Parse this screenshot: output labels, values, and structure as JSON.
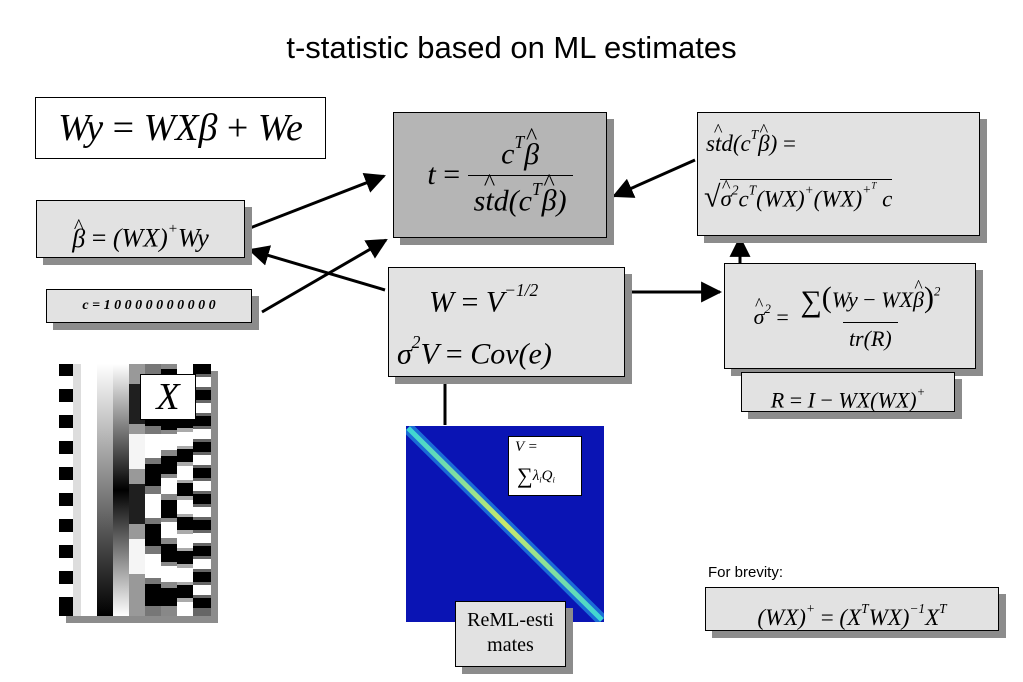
{
  "title": "t-statistic based on ML estimates",
  "labels": {
    "design_matrix": "X",
    "cov_v": "V =",
    "reml": "ReML-estimates",
    "for_brevity": "For brevity:",
    "contrast": "c = 1 0 0 0 0 0 0 0 0 0 0"
  },
  "colors": {
    "box_light": "#e2e2e2",
    "box_dark": "#b5b5b5",
    "shadow": "#8c8c8c",
    "matrix_bg": "#0a14b4",
    "diagonal": "#3ad6d6"
  },
  "equations": [
    "Wy = WXβ + We",
    "t = cᵀβ̂ / ŝtd(cᵀβ̂)",
    "ŝtd(cᵀβ̂) = √(σ̂²cᵀ(WX)⁺(WX)⁺ᵀc)",
    "β̂ = (WX)⁺Wy",
    "W = V^(−1/2)",
    "σ²V = Cov(e)",
    "σ̂² = Σ(Wy − WXβ̂)² / tr(R)",
    "R = I − WX(WX)⁺",
    "V = Σ λᵢQᵢ",
    "(WX)⁺ = (XᵀWX)⁻¹Xᵀ"
  ]
}
